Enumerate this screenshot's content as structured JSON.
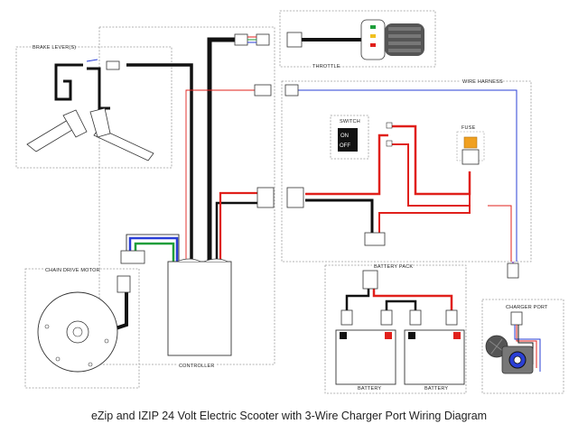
{
  "labels": {
    "brake_lever": "BRAKE LEVER(S)",
    "throttle": "THROTTLE",
    "wire_harness": "WIRE HARNESS",
    "switch": "SWITCH",
    "switch_on": "ON",
    "switch_off": "OFF",
    "fuse": "FUSE",
    "chain_drive_motor": "CHAIN DRIVE MOTOR",
    "battery_pack": "BATTERY PACK",
    "charger_port": "CHARGER PORT",
    "controller": "CONTROLLER",
    "battery_left": "BATTERY",
    "battery_right": "BATTERY"
  },
  "caption": "eZip and IZIP 24 Volt Electric Scooter with 3-Wire Charger Port Wiring Diagram",
  "colors": {
    "wire_black": "#111111",
    "wire_red": "#e0201b",
    "wire_blue": "#2a3fd6",
    "wire_green": "#1e9e3a",
    "wire_purple": "#8a2be2",
    "fuse_orange": "#f0a020",
    "battery_red_terminal": "#e0201b",
    "dashed_box": "#9a9a9a"
  }
}
